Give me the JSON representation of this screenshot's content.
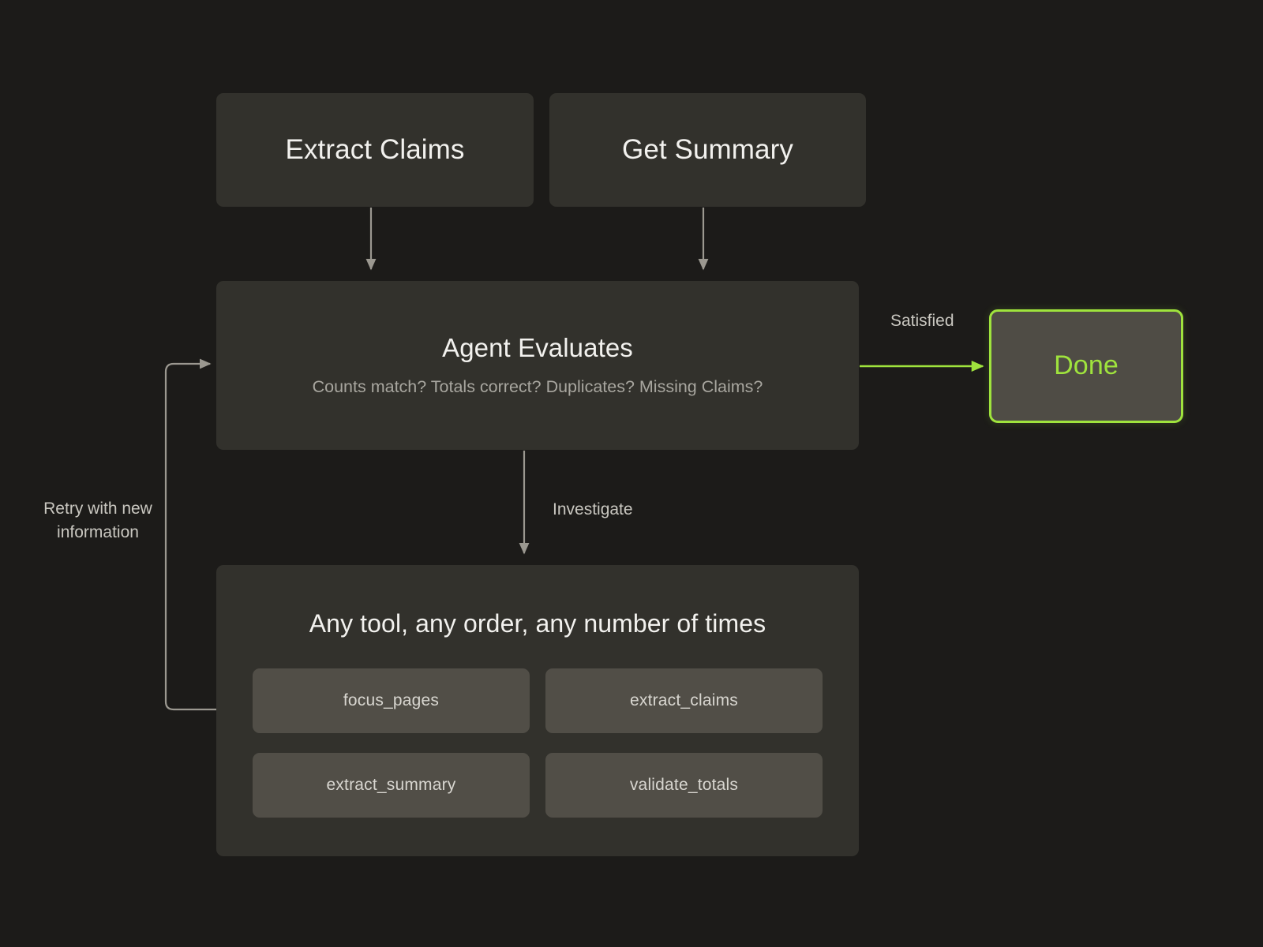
{
  "diagram": {
    "background_color": "#1c1b19",
    "node_fill": "#32312c",
    "chip_fill": "#514e47",
    "accent_green": "#9fe33d",
    "edge_stroke": "#9b9890",
    "nodes": {
      "extract_claims": {
        "title": "Extract Claims"
      },
      "get_summary": {
        "title": "Get Summary"
      },
      "agent_evaluates": {
        "title": "Agent Evaluates",
        "subtitle": "Counts match? Totals correct? Duplicates? Missing Claims?"
      },
      "done": {
        "title": "Done"
      },
      "tools": {
        "title": "Any tool, any order, any number of times",
        "items": [
          {
            "label": "focus_pages"
          },
          {
            "label": "extract_claims"
          },
          {
            "label": "extract_summary"
          },
          {
            "label": "validate_totals"
          }
        ]
      }
    },
    "edge_labels": {
      "satisfied": "Satisfied",
      "investigate": "Investigate",
      "retry": "Retry with new information"
    }
  }
}
